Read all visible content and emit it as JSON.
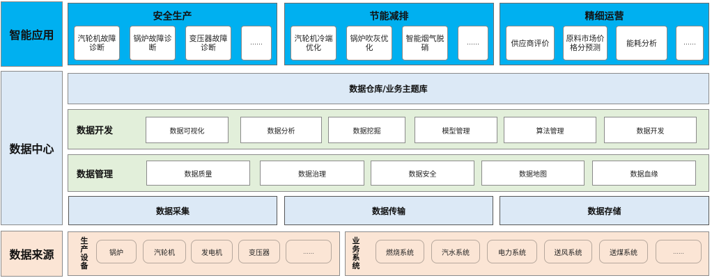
{
  "app_layer": {
    "label": "智能应用",
    "groups": [
      {
        "title": "安全生产",
        "items": [
          "汽轮机故障诊断",
          "锅炉故障诊断",
          "变压器故障诊断",
          "……"
        ]
      },
      {
        "title": "节能减排",
        "items": [
          "汽轮机冷端优化",
          "锅炉吹灰优化",
          "智能烟气脱硝",
          "……"
        ]
      },
      {
        "title": "精细运营",
        "items": [
          "供应商评价",
          "原料市场价格分预测",
          "能耗分析",
          "……"
        ]
      }
    ]
  },
  "data_center": {
    "label": "数据中心",
    "warehouse": "数据仓库/业务主题库",
    "development": {
      "label": "数据开发",
      "items": [
        "数据可视化",
        "数据分析",
        "数据挖掘",
        "模型管理",
        "算法管理",
        "数据开发"
      ]
    },
    "management": {
      "label": "数据管理",
      "items": [
        "数据质量",
        "数据治理",
        "数据安全",
        "数据地图",
        "数据血缘"
      ]
    },
    "bottom": [
      "数据采集",
      "数据传输",
      "数据存储"
    ]
  },
  "source_layer": {
    "label": "数据来源",
    "production": {
      "label_chars": [
        "生",
        "产",
        "设",
        "备"
      ],
      "items": [
        "锅炉",
        "汽轮机",
        "发电机",
        "变压器",
        "……"
      ]
    },
    "business": {
      "label_chars": [
        "业",
        "务",
        "系",
        "统"
      ],
      "items": [
        "燃烧系统",
        "汽水系统",
        "电力系统",
        "送风系统",
        "送煤系统",
        "……"
      ]
    }
  }
}
